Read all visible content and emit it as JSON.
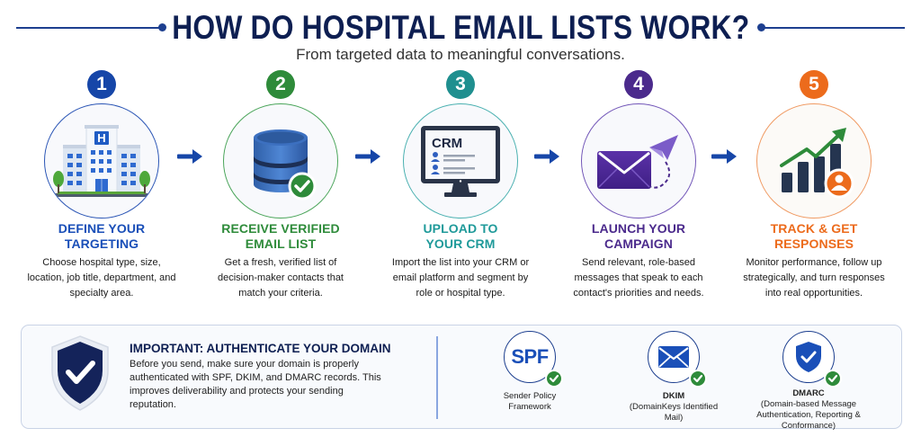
{
  "header": {
    "title": "HOW DO HOSPITAL EMAIL LISTS WORK?",
    "subtitle": "From targeted data to meaningful conversations."
  },
  "colors": {
    "navy": "#0e1f52",
    "blue": "#1a4fb8",
    "green": "#2e8b3a",
    "teal": "#1f9a9a",
    "purple": "#4b2a8c",
    "orange": "#ec6b1c",
    "arrow": "#1646a8"
  },
  "steps": [
    {
      "number": "1",
      "icon": "hospital-building-icon",
      "title_line1": "DEFINE YOUR",
      "title_line2": "TARGETING",
      "desc": "Choose hospital type, size, location, job title, department, and specialty area.",
      "color": "#1a4fb8"
    },
    {
      "number": "2",
      "icon": "verified-database-icon",
      "title_line1": "RECEIVE VERIFIED",
      "title_line2": "EMAIL LIST",
      "desc": "Get a fresh, verified list of decision-maker contacts that match your criteria.",
      "color": "#2e8b3a"
    },
    {
      "number": "3",
      "icon": "crm-monitor-icon",
      "title_line1": "UPLOAD TO",
      "title_line2": "YOUR CRM",
      "desc": "Import the list into your CRM or email platform and segment by role or hospital type.",
      "color": "#1f9a9a",
      "icon_text": "CRM"
    },
    {
      "number": "4",
      "icon": "email-send-icon",
      "title_line1": "LAUNCH YOUR",
      "title_line2": "CAMPAIGN",
      "desc": "Send relevant, role-based messages that speak to each contact's priorities and needs.",
      "color": "#4b2a8c"
    },
    {
      "number": "5",
      "icon": "growth-chart-icon",
      "title_line1": "TRACK & GET",
      "title_line2": "RESPONSES",
      "desc": "Monitor performance, follow up strategically, and turn responses into real opportunities.",
      "color": "#ec6b1c"
    }
  ],
  "important": {
    "title": "IMPORTANT:  AUTHENTICATE YOUR DOMAIN",
    "text": "Before you send, make sure your domain is properly authenticated with SPF, DKIM, and DMARC records. This improves deliverability and protects your sending reputation."
  },
  "auth_methods": [
    {
      "icon_text": "SPF",
      "name": "",
      "desc": "Sender Policy Framework"
    },
    {
      "icon_text": "",
      "name": "DKIM",
      "desc": "(DomainKeys Identified Mail)"
    },
    {
      "icon_text": "",
      "name": "DMARC",
      "desc": "(Domain-based Message Authentication, Reporting & Conformance)"
    }
  ]
}
